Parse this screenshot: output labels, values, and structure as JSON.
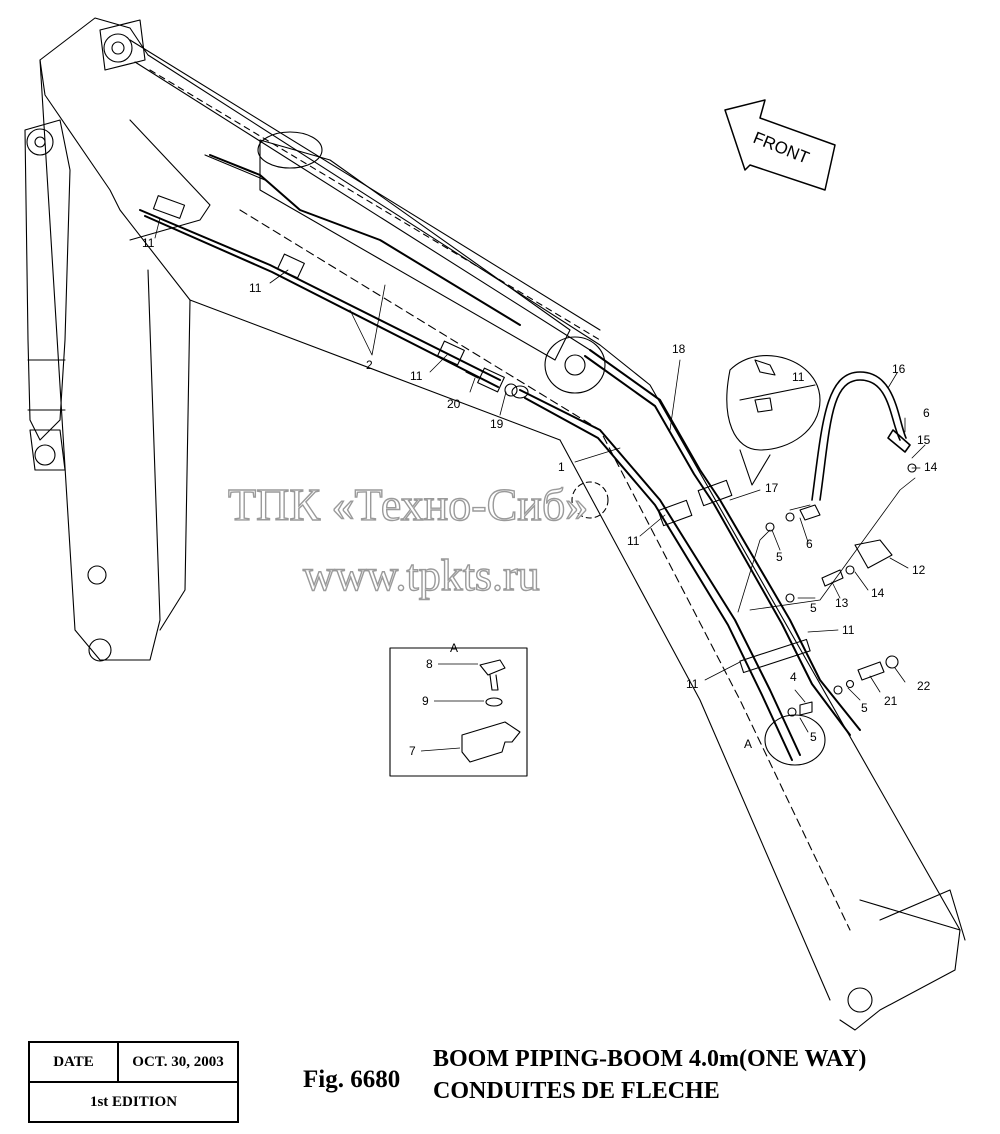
{
  "callouts": {
    "c1": "1",
    "c2": "2",
    "c4": "4",
    "c5": "5",
    "c6": "6",
    "c7": "7",
    "c8": "8",
    "c9": "9",
    "c11": "11",
    "c12": "12",
    "c13": "13",
    "c14": "14",
    "c15": "15",
    "c16": "16",
    "c17": "17",
    "c18": "18",
    "c19": "19",
    "c20": "20",
    "c21": "21",
    "c22": "22"
  },
  "detail_view": {
    "label": "A"
  },
  "front_arrow": {
    "label": "FRONT"
  },
  "watermark": {
    "line1": "ТПК «Техно-Сиб»",
    "line2": "www.tpkts.ru"
  },
  "info_block": {
    "date_label": "DATE",
    "date_value": "OCT. 30, 2003",
    "edition": "1st EDITION"
  },
  "figure": {
    "number": "Fig. 6680",
    "title_en": "BOOM PIPING-BOOM 4.0m(ONE WAY)",
    "title_fr": "CONDUITES DE FLECHE"
  }
}
